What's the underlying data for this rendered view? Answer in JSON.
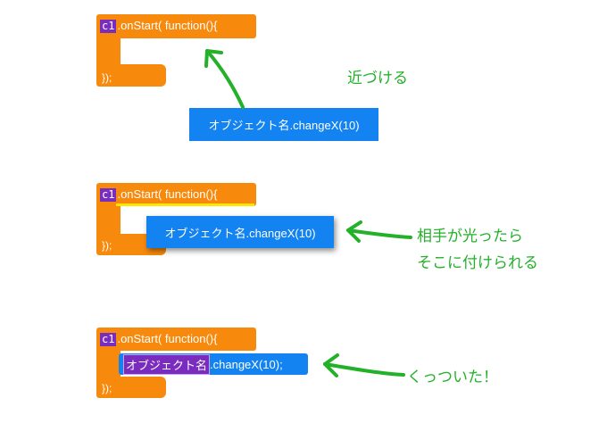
{
  "block": {
    "var": "c1",
    "head": ".onStart(  function(){",
    "end": "});"
  },
  "drag_block": {
    "label": "オブジェクト名.changeX(10)"
  },
  "attached_block": {
    "obj_name": "オブジェクト名",
    "method": ".changeX(10);"
  },
  "notes": {
    "approach": "近づける",
    "highlight_line1": "相手が光ったら",
    "highlight_line2": "そこに付けられる",
    "attached": "くっついた！"
  },
  "colors": {
    "orange": "#f7890d",
    "purple": "#7a2cbf",
    "blue": "#1283f0",
    "green": "#23b12a",
    "highlight": "#ffe600"
  }
}
